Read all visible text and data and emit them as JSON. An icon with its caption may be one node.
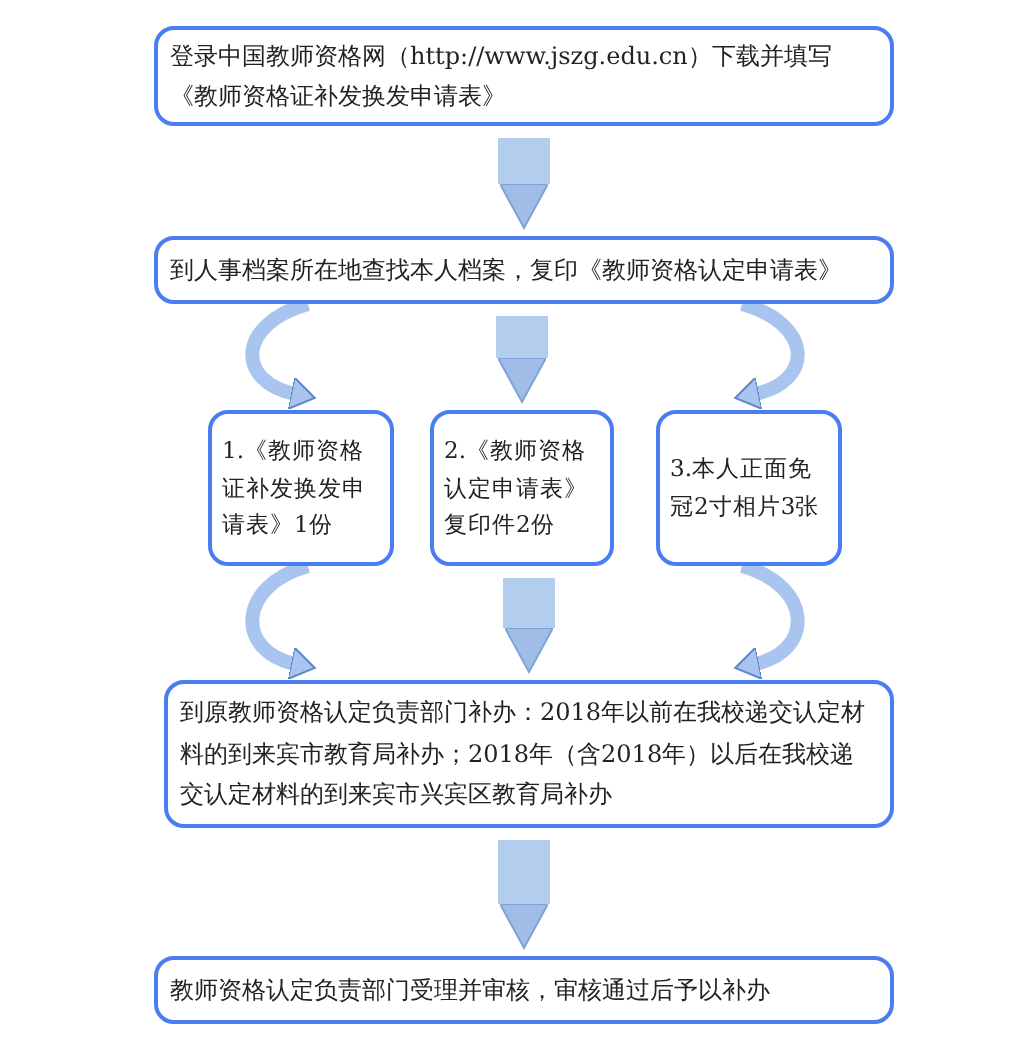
{
  "diagram": {
    "nodes": [
      {
        "text": [
          "登录中国教师资格网（http://www.jszg.edu.cn）下载并填写《教师资格证补发换发申请表》"
        ]
      },
      {
        "text": [
          "到人事档案所在地查找本人档案，复印《教师资格认定申请表》"
        ]
      },
      {
        "text": [
          "1.《教师资格证补发换发申请表》1份"
        ]
      },
      {
        "text": [
          "2.《教师资格认定申请表》复印件2份"
        ]
      },
      {
        "text": [
          "3.本人正面免冠2寸相片3张"
        ]
      },
      {
        "text": [
          "到原教师资格认定负责部门补办：2018年以前在我校递交认定材料的到来宾市教育局补办；2018年（含2018年）以后在我校递交认定材料的到来宾市兴宾区教育局补办"
        ]
      },
      {
        "text": [
          "教师资格认定负责部门受理并审核，审核通过后予以补办"
        ]
      }
    ],
    "edges": [
      {
        "from": 0,
        "to": 1,
        "arrow": "to",
        "style": "thick"
      },
      {
        "from": 1,
        "to": 2,
        "arrow": "to"
      },
      {
        "from": 1,
        "to": 3,
        "arrow": "to",
        "style": "thick"
      },
      {
        "from": 1,
        "to": 4,
        "arrow": "to"
      },
      {
        "from": 2,
        "to": 5,
        "arrow": "to"
      },
      {
        "from": 3,
        "to": 5,
        "arrow": "to",
        "style": "thick"
      },
      {
        "from": 4,
        "to": 5,
        "arrow": "to"
      },
      {
        "from": 5,
        "to": 6,
        "arrow": "to",
        "style": "thick"
      }
    ]
  }
}
